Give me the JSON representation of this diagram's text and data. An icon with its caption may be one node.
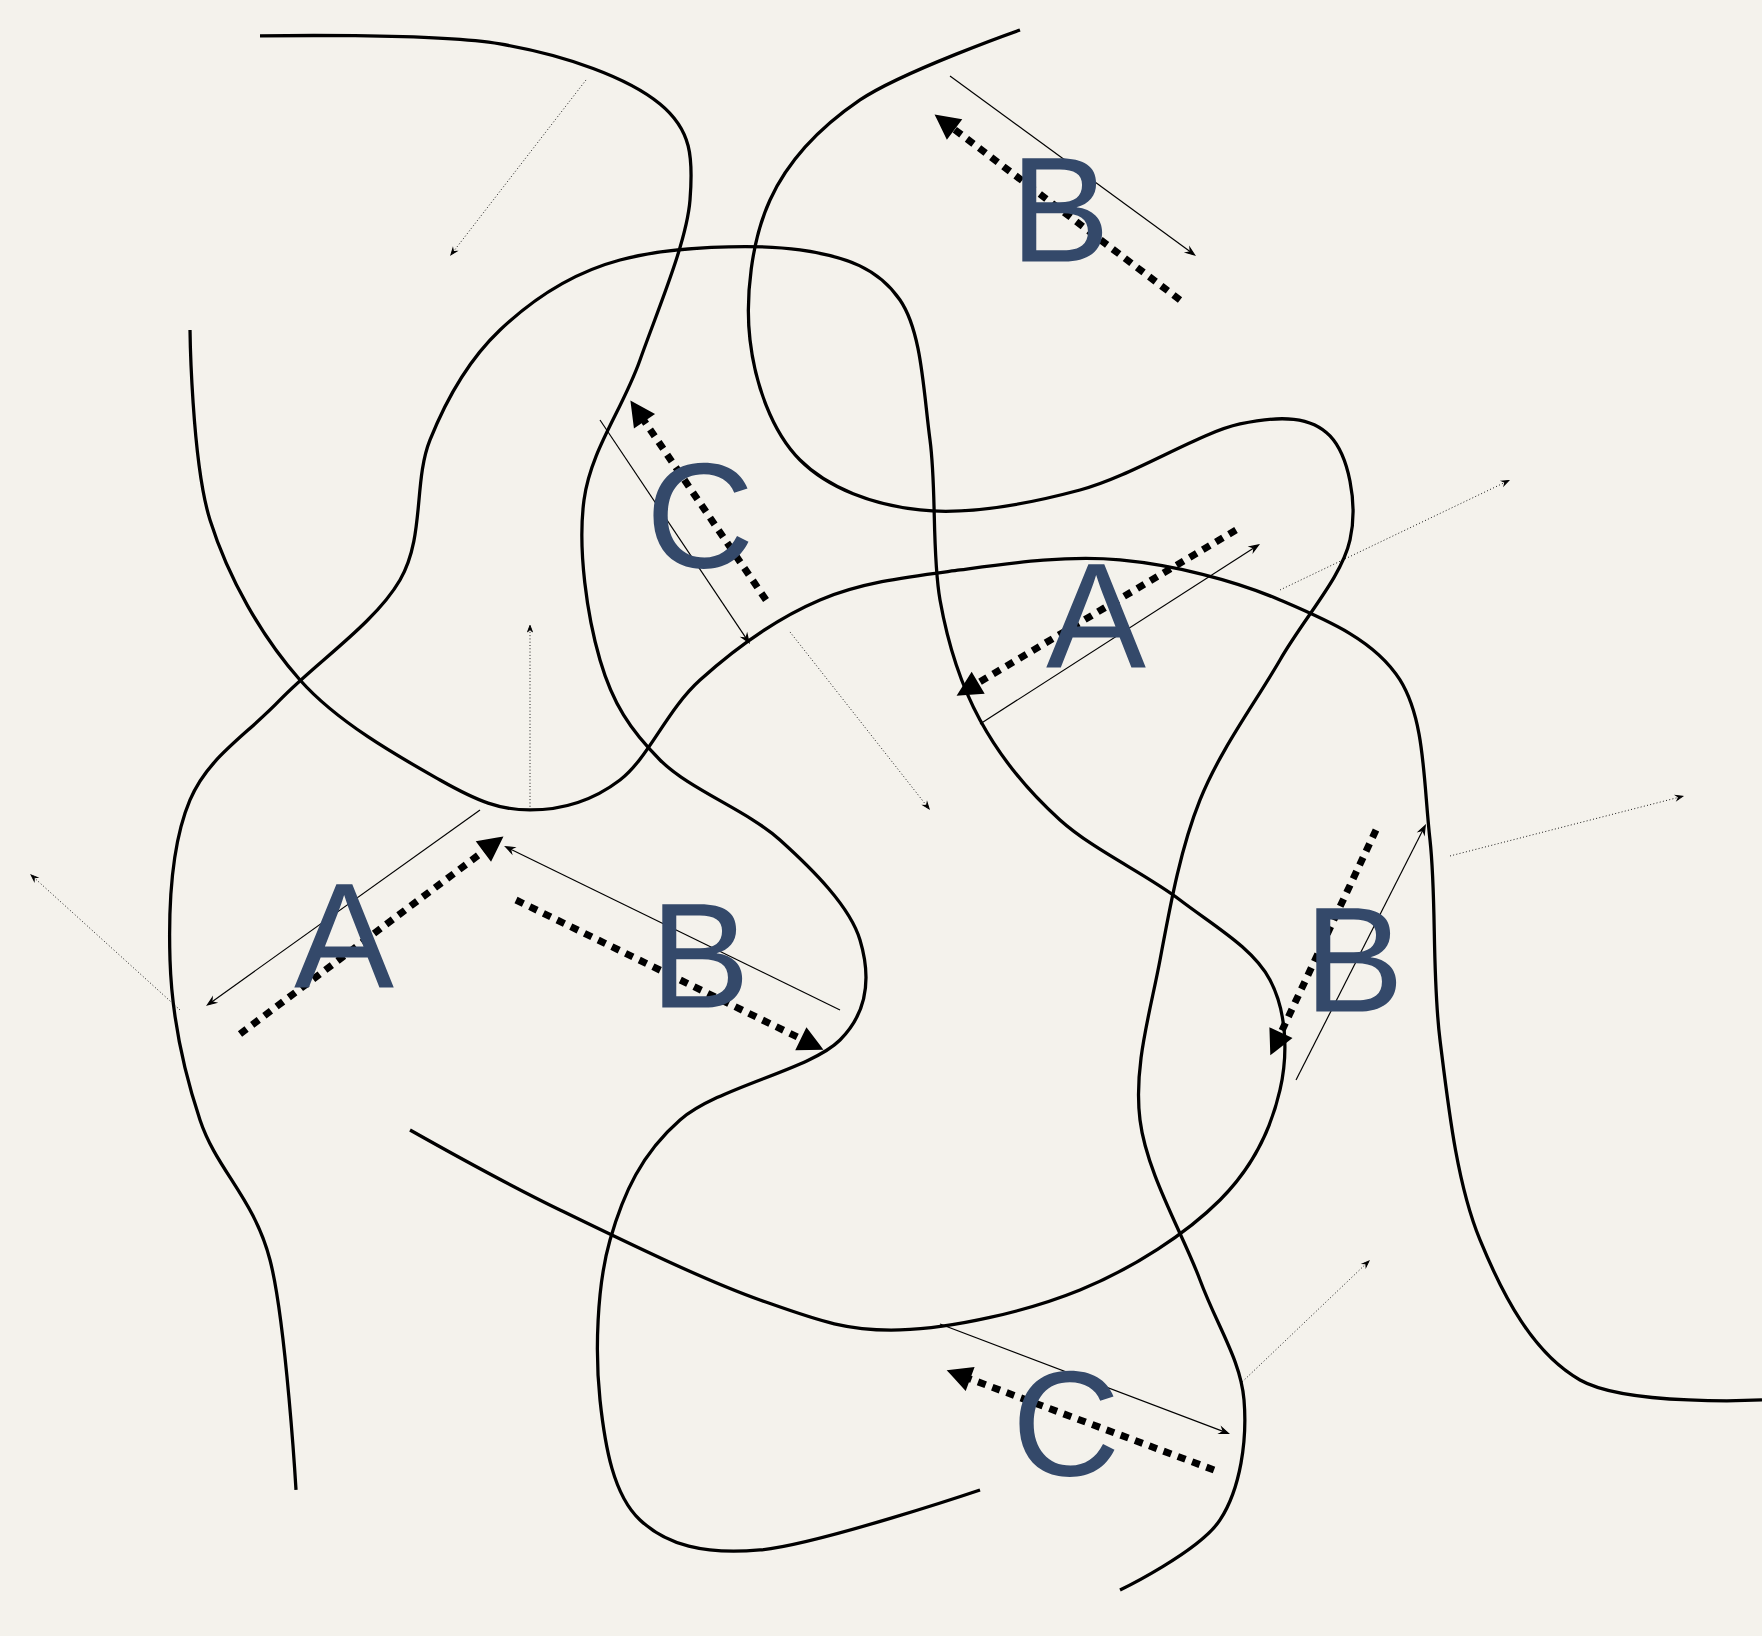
{
  "diagram": {
    "labels": [
      "B",
      "C",
      "A",
      "A",
      "B",
      "B",
      "C"
    ]
  }
}
